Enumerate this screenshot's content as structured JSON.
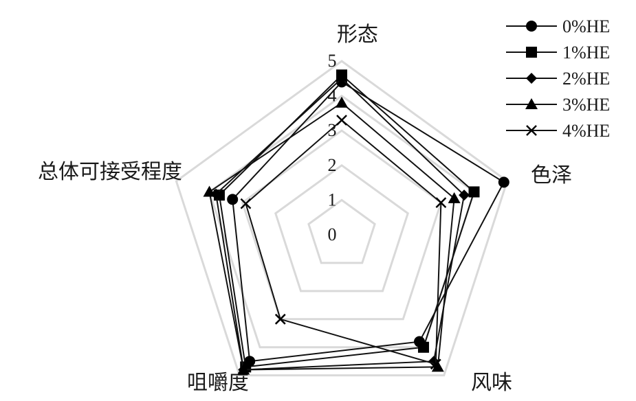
{
  "chart_data": {
    "type": "radar",
    "axes": [
      "形态",
      "色泽",
      "风味",
      "咀嚼度",
      "总体可接受程度"
    ],
    "r_range": [
      0,
      5
    ],
    "ticks": [
      "0",
      "1",
      "2",
      "3",
      "4",
      "5"
    ],
    "grid": true,
    "legend_position": "top-right",
    "series": [
      {
        "name": "0%HE",
        "marker": "circle",
        "values": [
          4.4,
          4.9,
          3.8,
          4.5,
          3.3
        ]
      },
      {
        "name": "1%HE",
        "marker": "square",
        "values": [
          4.6,
          4.0,
          4.0,
          4.7,
          3.7
        ]
      },
      {
        "name": "2%HE",
        "marker": "diamond",
        "values": [
          4.5,
          3.7,
          4.5,
          4.8,
          3.8
        ]
      },
      {
        "name": "3%HE",
        "marker": "triangle",
        "values": [
          3.8,
          3.4,
          4.7,
          4.8,
          4.0
        ]
      },
      {
        "name": "4%HE",
        "marker": "x",
        "values": [
          3.3,
          3.0,
          4.6,
          3.0,
          2.9
        ]
      }
    ]
  }
}
